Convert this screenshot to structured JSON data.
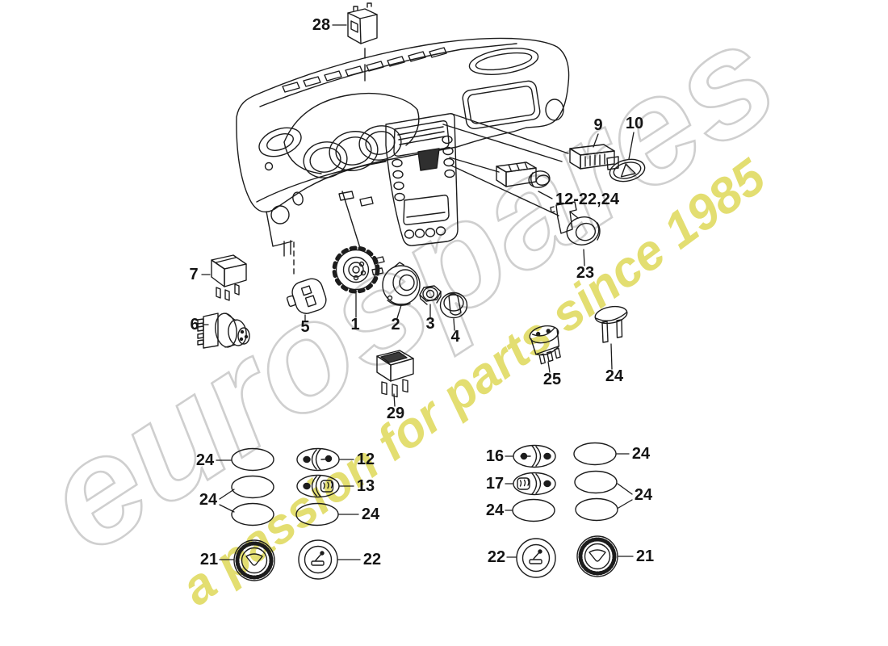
{
  "meta": {
    "type": "car-parts-exploded-diagram",
    "background_color": "#ffffff",
    "line_color": "#1c1c1c"
  },
  "watermark": {
    "brand": "eurospares",
    "brand_fill": "#ffffff",
    "brand_outline": "#cfcfcf",
    "tagline": "a passion for parts since 1985",
    "tagline_fill": "#dcd64d"
  },
  "callouts": {
    "c1": "1",
    "c2": "2",
    "c3": "3",
    "c4": "4",
    "c5": "5",
    "c6": "6",
    "c7": "7",
    "c9": "9",
    "c10": "10",
    "c12": "12",
    "c13": "13",
    "c16": "16",
    "c17": "17",
    "c21": "21",
    "c22": "22",
    "c23": "23",
    "c24": "24",
    "c25": "25",
    "c28": "28",
    "c29": "29",
    "c12_22_24": "12-22,24"
  }
}
